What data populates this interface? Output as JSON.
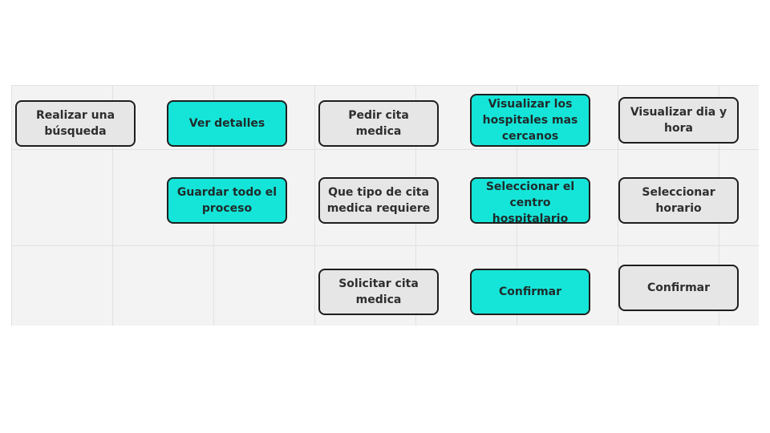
{
  "board": {
    "nodes": [
      {
        "id": "realizar-busqueda",
        "text": "Realizar una búsqueda",
        "style": "gray"
      },
      {
        "id": "ver-detalles",
        "text": "Ver detalles",
        "style": "cyan"
      },
      {
        "id": "pedir-cita",
        "text": "Pedir cita medica",
        "style": "gray"
      },
      {
        "id": "visualizar-hospitales",
        "text": "Visualizar los hospitales mas cercanos",
        "style": "cyan"
      },
      {
        "id": "visualizar-dia-hora",
        "text": "Visualizar dia y hora",
        "style": "gray"
      },
      {
        "id": "guardar-proceso",
        "text": "Guardar todo el proceso",
        "style": "cyan"
      },
      {
        "id": "tipo-cita",
        "text": "Que tipo de cita medica requiere",
        "style": "gray"
      },
      {
        "id": "seleccionar-centro",
        "text": "Seleccionar el centro hospitalario",
        "style": "cyan"
      },
      {
        "id": "seleccionar-horario",
        "text": "Seleccionar horario",
        "style": "gray"
      },
      {
        "id": "solicitar-cita",
        "text": "Solicitar cita medica",
        "style": "gray"
      },
      {
        "id": "confirmar-cyan",
        "text": "Confirmar",
        "style": "cyan"
      },
      {
        "id": "confirmar-gray",
        "text": "Confirmar",
        "style": "gray"
      }
    ]
  },
  "colors": {
    "board_bg": "#f3f3f3",
    "note_gray": "#e6e6e6",
    "note_cyan": "#14e5d8",
    "border": "#1e1e1e"
  }
}
